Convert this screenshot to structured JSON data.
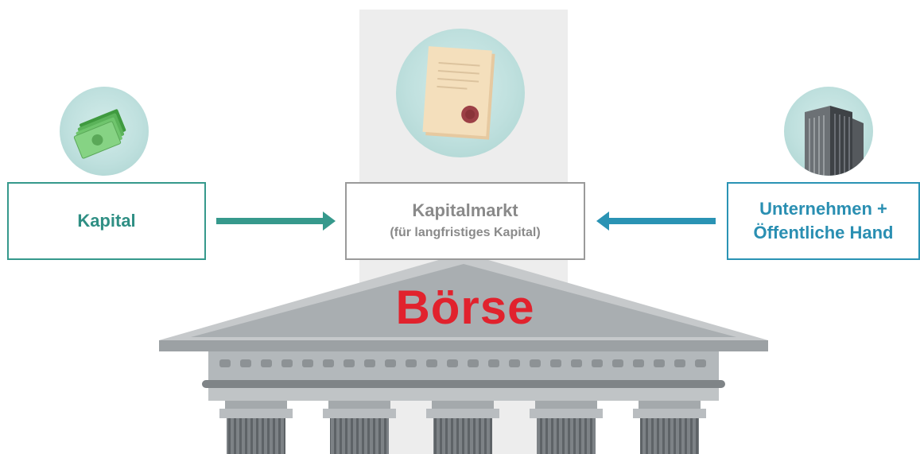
{
  "left_box": {
    "label": "Kapital"
  },
  "center_box": {
    "title": "Kapitalmarkt",
    "subtitle": "(für langfristiges Kapital)"
  },
  "right_box": {
    "line1": "Unternehmen +",
    "line2": "Öffentliche Hand"
  },
  "temple": {
    "title": "Börse"
  },
  "icons": {
    "left": "money-icon",
    "center": "certificate-icon",
    "right": "office-building-icon"
  },
  "colors": {
    "teal": "#36998c",
    "blue": "#2a93b4",
    "gray": "#8a8a8a",
    "red": "#e1222d"
  }
}
